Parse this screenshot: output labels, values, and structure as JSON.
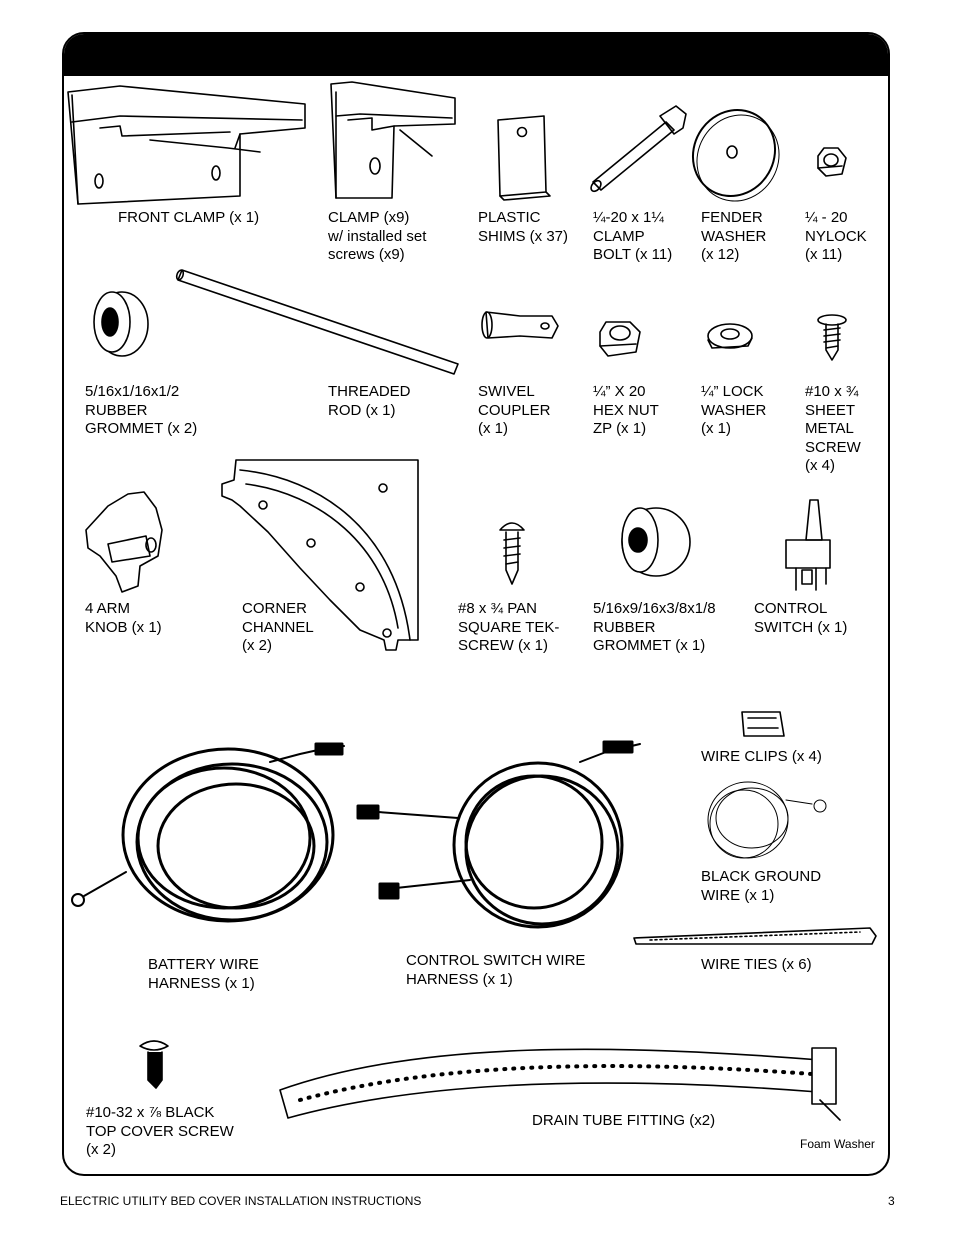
{
  "parts": [
    {
      "id": "front-clamp",
      "label": "FRONT CLAMP (x 1)"
    },
    {
      "id": "clamp",
      "label": "CLAMP (x9)\nw/ installed set\nscrews (x9)"
    },
    {
      "id": "plastic-shims",
      "label": "PLASTIC\nSHIMS (x 37)"
    },
    {
      "id": "clamp-bolt",
      "label": "¼-20 x 1¼\nCLAMP\nBOLT (x 11)"
    },
    {
      "id": "fender-washer",
      "label": "FENDER\nWASHER\n(x 12)"
    },
    {
      "id": "nylock",
      "label": "¼ - 20\nNYLOCK\n(x 11)"
    },
    {
      "id": "rubber-grommet-large",
      "label": "5/16x1/16x1/2\nRUBBER\nGROMMET (x 2)"
    },
    {
      "id": "threaded-rod",
      "label": "THREADED\nROD (x 1)"
    },
    {
      "id": "swivel-coupler",
      "label": "SWIVEL\nCOUPLER\n(x 1)"
    },
    {
      "id": "hex-nut",
      "label": "¼” X 20\nHEX NUT\nZP (x 1)"
    },
    {
      "id": "lock-washer",
      "label": "¼” LOCK\nWASHER\n(x 1)"
    },
    {
      "id": "sheet-metal-screw",
      "label": "#10 x ¾\nSHEET\nMETAL\nSCREW\n(x 4)"
    },
    {
      "id": "arm-knob",
      "label": "4 ARM\nKNOB (x 1)"
    },
    {
      "id": "corner-channel",
      "label": "CORNER\nCHANNEL\n(x 2)"
    },
    {
      "id": "tek-screw",
      "label": "#8 x ¾ PAN\nSQUARE TEK-\nSCREW (x 1)"
    },
    {
      "id": "rubber-grommet-small",
      "label": "5/16x9/16x3/8x1/8\nRUBBER\nGROMMET (x 1)"
    },
    {
      "id": "control-switch",
      "label": "CONTROL\nSWITCH (x 1)"
    },
    {
      "id": "wire-clips",
      "label": "WIRE CLIPS (x 4)"
    },
    {
      "id": "ground-wire",
      "label": "BLACK GROUND\nWIRE (x 1)"
    },
    {
      "id": "battery-harness",
      "label": "BATTERY WIRE\nHARNESS (x 1)"
    },
    {
      "id": "switch-harness",
      "label": "CONTROL SWITCH WIRE\nHARNESS (x 1)"
    },
    {
      "id": "wire-ties",
      "label": "WIRE TIES (x 6)"
    },
    {
      "id": "top-cover-screw",
      "label": "#10-32 x ⅞ BLACK\nTOP COVER SCREW\n(x 2)"
    },
    {
      "id": "drain-tube",
      "label": "DRAIN TUBE FITTING (x2)"
    },
    {
      "id": "foam-washer",
      "label": "Foam Washer"
    }
  ],
  "footer": {
    "title": "ELECTRIC UTILITY BED COVER INSTALLATION INSTRUCTIONS",
    "page": "3"
  }
}
